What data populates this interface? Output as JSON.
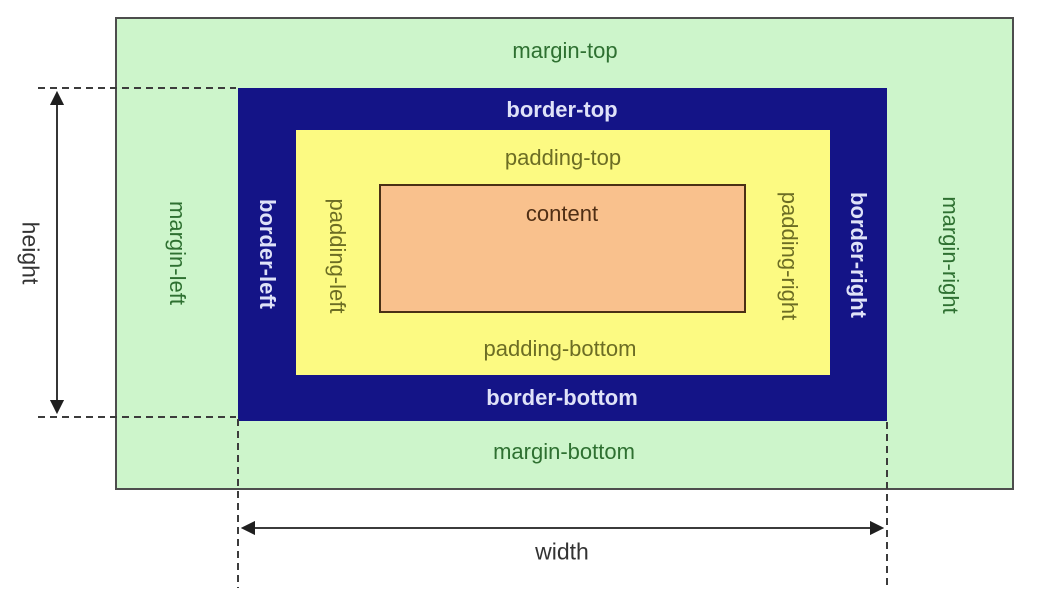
{
  "diagram": {
    "boxes": {
      "margin": {
        "fill": "#cdf5cb",
        "label_color": "#2e7031",
        "labels": {
          "top": "margin-top",
          "bottom": "margin-bottom",
          "left": "margin-left",
          "right": "margin-right"
        }
      },
      "border": {
        "fill": "#141487",
        "label_color": "#dfe2f8",
        "labels": {
          "top": "border-top",
          "bottom": "border-bottom",
          "left": "border-left",
          "right": "border-right"
        }
      },
      "padding": {
        "fill": "#fcfa82",
        "label_color": "#6c6d24",
        "labels": {
          "top": "padding-top",
          "bottom": "padding-bottom",
          "left": "padding-left",
          "right": "padding-right"
        }
      },
      "content": {
        "fill": "#f9c18d",
        "label": "content",
        "label_color": "#4f2e14"
      }
    },
    "dimensions": {
      "height_label": "height",
      "width_label": "width",
      "label_color": "#333333",
      "line_color": "#1f1f1f",
      "dash_color": "#3c3c3c"
    }
  }
}
